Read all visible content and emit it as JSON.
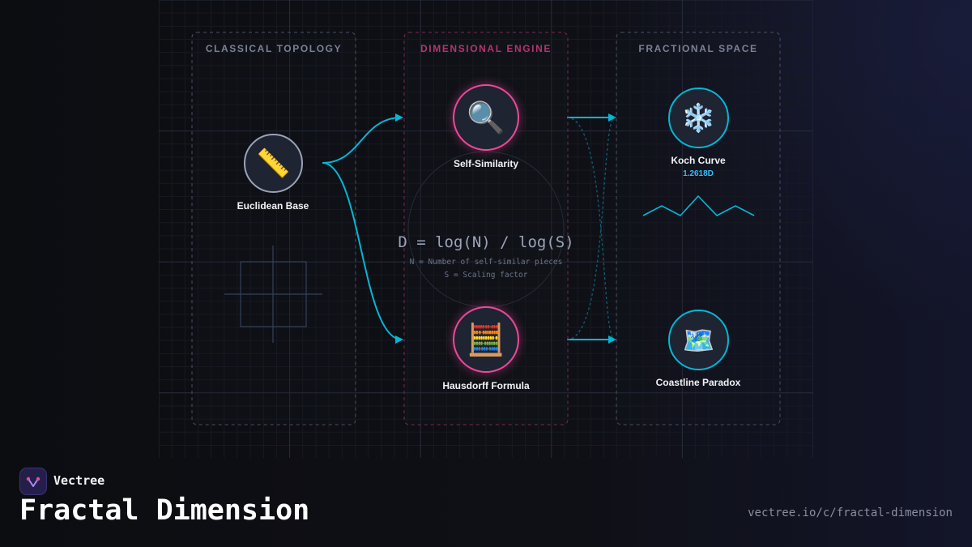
{
  "columns": [
    {
      "title": "CLASSICAL TOPOLOGY",
      "color": "#7b8196"
    },
    {
      "title": "DIMENSIONAL ENGINE",
      "color": "#b3366f"
    },
    {
      "title": "FRACTIONAL SPACE",
      "color": "#7b8196"
    }
  ],
  "nodes": {
    "euclidean": {
      "label": "Euclidean Base",
      "icon": "ruler-icon",
      "glyph": "📏"
    },
    "self_similarity": {
      "label": "Self-Similarity",
      "icon": "magnifier-icon",
      "glyph": "🔍"
    },
    "hausdorff": {
      "label": "Hausdorff Formula",
      "icon": "abacus-icon",
      "glyph": "🧮"
    },
    "koch": {
      "label": "Koch Curve",
      "sub": "1.2618D",
      "icon": "snowflake-icon",
      "glyph": "❄️"
    },
    "coastline": {
      "label": "Coastline Paradox",
      "icon": "map-icon",
      "glyph": "🗺️"
    }
  },
  "formula": {
    "main": "D = log(N) / log(S)",
    "note_n": "N = Number of self-similar pieces",
    "note_s": "S = Scaling factor"
  },
  "colors": {
    "accent_cyan": "#06b6d4",
    "accent_pink": "#ec4899",
    "node_gray": "#9aa3b8",
    "sub_blue": "#38bdf8"
  },
  "footer": {
    "brand": "Vectree",
    "title": "Fractal Dimension",
    "url": "vectree.io/c/fractal-dimension",
    "logo_icon": "vectree-logo-icon"
  }
}
